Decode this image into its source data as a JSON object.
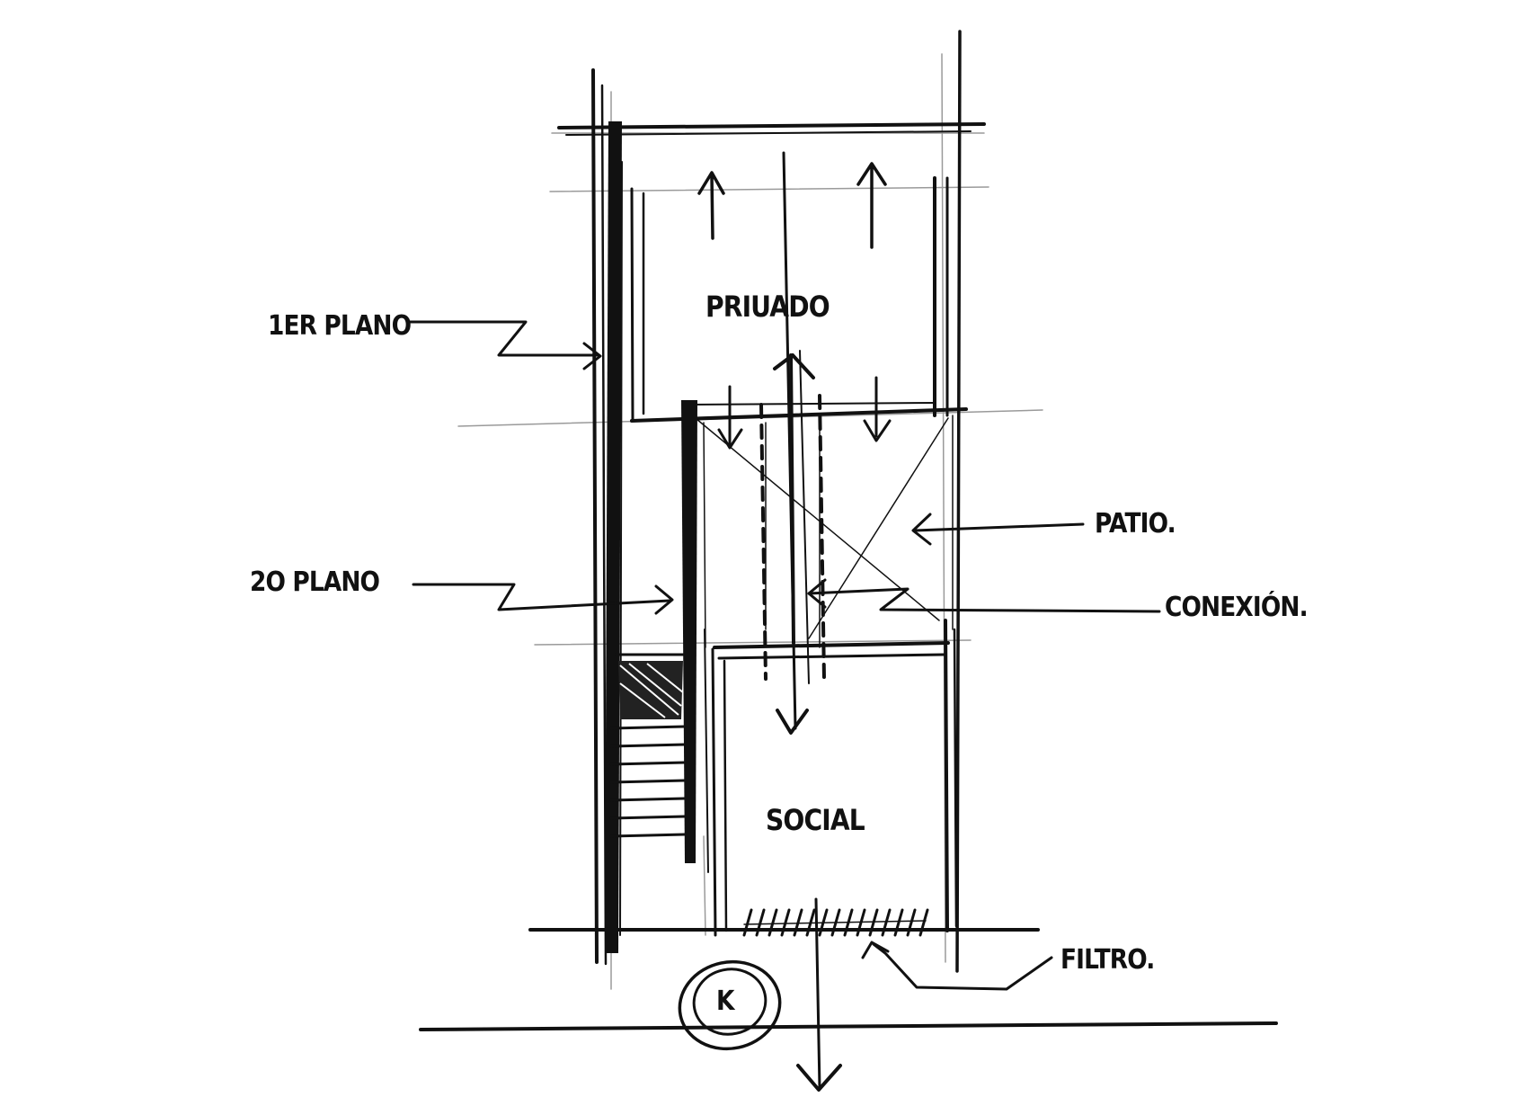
{
  "labels": {
    "privado": "PRIUADO",
    "social": "SOCIAL",
    "primer_plano": "1ER PLANO",
    "segundo_plano": "2O PLANO",
    "patio": "PATIO.",
    "conexion": "CONEXIÓN.",
    "filtro": "FILTRO."
  },
  "access_mark": "K",
  "colors": {
    "ink": "#111111",
    "guide": "#9a9a9a",
    "paper": "#ffffff"
  }
}
